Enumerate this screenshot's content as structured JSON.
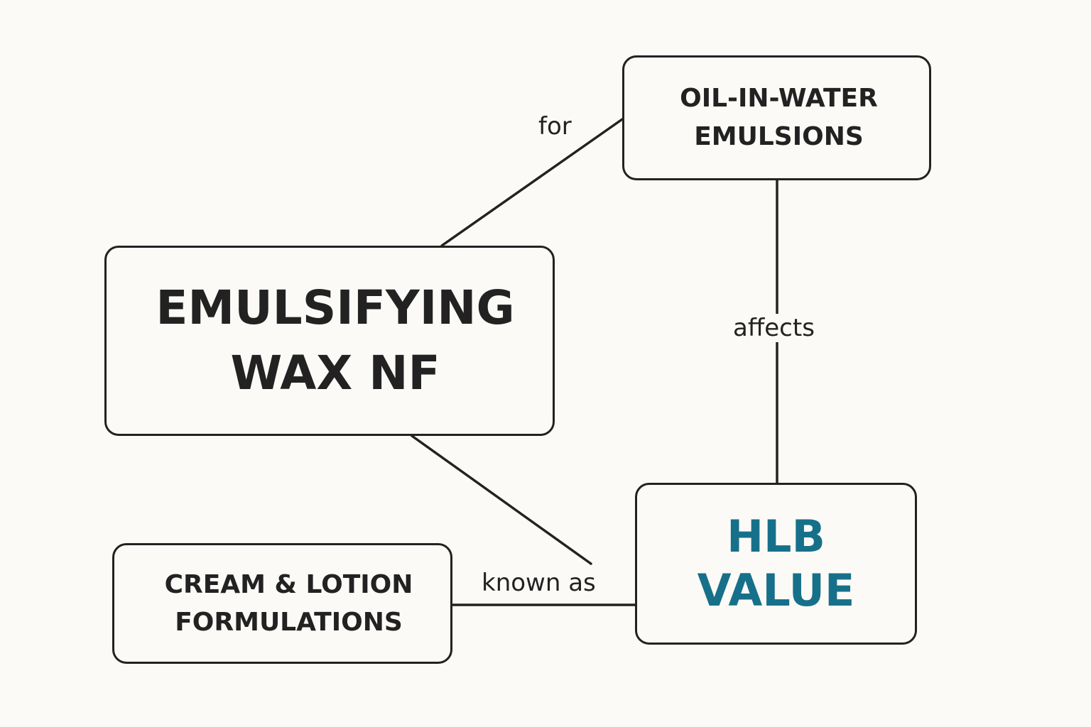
{
  "diagram": {
    "nodes": {
      "main": {
        "line1": "EMULSIFYING",
        "line2": "WAX NF"
      },
      "oil": {
        "line1": "OIL-IN-WATER",
        "line2": "EMULSIONS"
      },
      "hlb": {
        "line1": "HLB",
        "line2": "VALUE"
      },
      "cream": {
        "line1": "CREAM & LOTION",
        "line2": "FORMULATIONS"
      }
    },
    "edges": {
      "for": "for",
      "affects": "affects",
      "known_as": "known as"
    },
    "colors": {
      "background": "#fbfaf6",
      "stroke": "#222222",
      "accent": "#17708a"
    }
  }
}
